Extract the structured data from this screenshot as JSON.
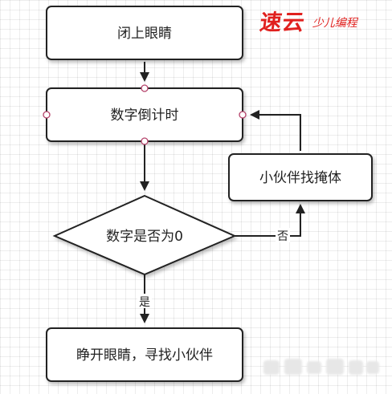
{
  "nodes": {
    "close_eyes": "闭上眼睛",
    "countdown": "数字倒计时",
    "is_zero": "数字是否为0",
    "friends_hide": "小伙伴找掩体",
    "open_eyes": "睁开眼睛，寻找小伙伴"
  },
  "edge_labels": {
    "no": "否",
    "yes": "是"
  },
  "logo": {
    "main": "速云",
    "sub": "少儿编程"
  },
  "colors": {
    "box_fill": "#ffffff",
    "box_stroke": "#222222",
    "connector": "#222222",
    "handle_stroke": "#b5426a",
    "logo": "#e0201e"
  }
}
